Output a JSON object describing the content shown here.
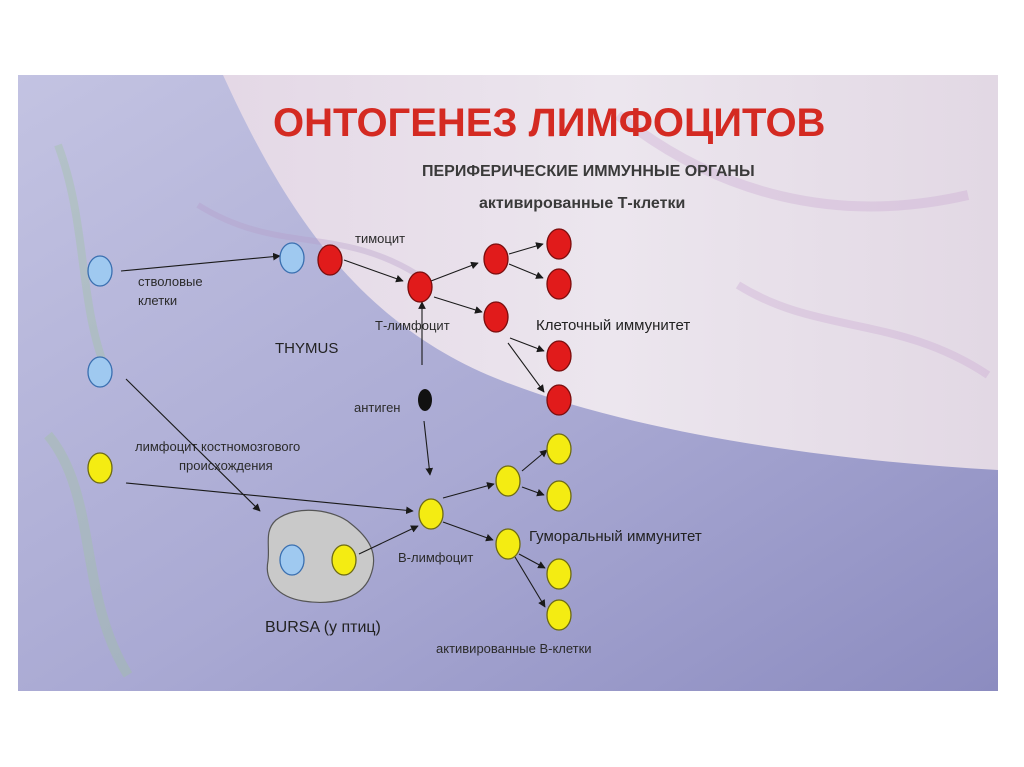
{
  "diagram": {
    "title": "ОНТОГЕНЕЗ ЛИМФОЦИТОВ",
    "labels": {
      "peripheral_organs": "ПЕРИФЕРИЧЕСКИЕ ИММУННЫЕ ОРГАНЫ",
      "activated_t_cells": "активированные Т-клетки",
      "stem_cells_line1": "стволовые",
      "stem_cells_line2": "клетки",
      "thymocyte": "тимоцит",
      "t_lymphocyte": "Т-лимфоцит",
      "thymus": "THYMUS",
      "cellular_immunity": "Клеточный иммунитет",
      "antigen": "антиген",
      "bone_marrow_line1": "лимфоцит костномозгового",
      "bone_marrow_line2": "происхождения",
      "b_lymphocyte": "В-лимфоцит",
      "humoral_immunity": "Гуморальный иммунитет",
      "bursa": "BURSA (у птиц)",
      "activated_b_cells": "активированные В-клетки"
    },
    "palette": {
      "title_red": "#d42a22",
      "stem_cell_fill": "#9fc9f0",
      "stem_cell_stroke": "#3a6fb0",
      "t_cell_fill": "#e11b1b",
      "t_cell_stroke": "#7a0d0d",
      "b_cell_fill": "#f4ec12",
      "b_cell_stroke": "#6d6a12",
      "antigen_fill": "#111111",
      "bursa_fill": "#c9c9c9",
      "background_lilac": "#b9b9dc",
      "background_violet": "#8f8fc2"
    }
  }
}
